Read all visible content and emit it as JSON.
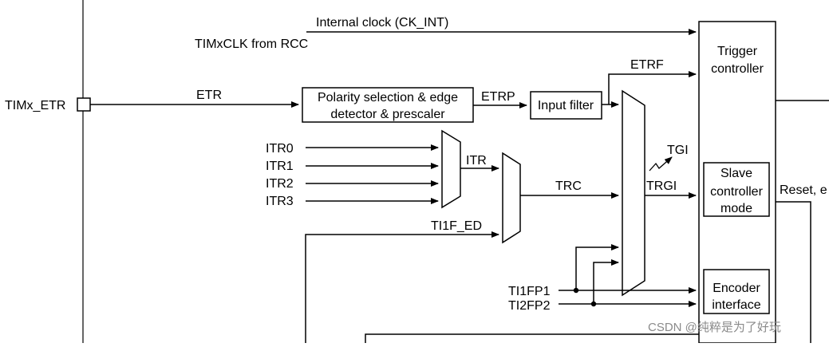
{
  "diagram": {
    "signals": {
      "internal_clock": "Internal clock (CK_INT)",
      "timxclk": "TIMxCLK from RCC",
      "etr_pin": "TIMx_ETR",
      "etr": "ETR",
      "etrp": "ETRP",
      "etrf": "ETRF",
      "itr0": "ITR0",
      "itr1": "ITR1",
      "itr2": "ITR2",
      "itr3": "ITR3",
      "itr": "ITR",
      "trc": "TRC",
      "ti1f_ed": "TI1F_ED",
      "tgi": "TGI",
      "trgi": "TRGI",
      "ti1fp1": "TI1FP1",
      "ti2fp2": "TI2FP2",
      "reset": "Reset, e"
    },
    "blocks": {
      "polarity_line1": "Polarity selection & edge",
      "polarity_line2": "detector & prescaler",
      "input_filter": "Input filter",
      "trigger_line1": "Trigger",
      "trigger_line2": "controller",
      "slave_line1": "Slave",
      "slave_line2": "controller",
      "slave_line3": "mode",
      "encoder_line1": "Encoder",
      "encoder_line2": "interface"
    },
    "watermark": "CSDN @纯粹是为了好玩"
  }
}
